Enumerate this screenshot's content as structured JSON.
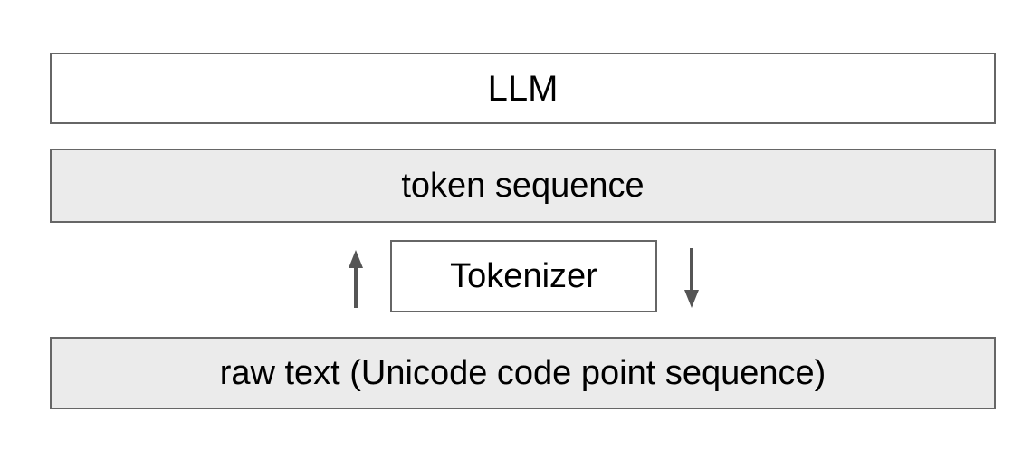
{
  "diagram": {
    "title": "LLM tokenizer pipeline",
    "background_color": "#ffffff",
    "border_color": "#666666",
    "gray_fill": "#ebebeb",
    "white_fill": "#ffffff",
    "arrow_color": "#555555",
    "nodes": [
      {
        "id": "llm",
        "label": "LLM",
        "fill": "white",
        "row": "top"
      },
      {
        "id": "token_sequence",
        "label": "token sequence",
        "fill": "gray",
        "row": "second"
      },
      {
        "id": "tokenizer",
        "label": "Tokenizer",
        "fill": "white",
        "row": "middle"
      },
      {
        "id": "raw_text",
        "label": "raw text (Unicode code point sequence)",
        "fill": "gray",
        "row": "bottom"
      }
    ],
    "arrows": [
      {
        "id": "decode_arrow",
        "icon": "arrow-up-icon",
        "direction": "up",
        "from": "raw_text",
        "to": "token_sequence"
      },
      {
        "id": "encode_arrow",
        "icon": "arrow-down-icon",
        "direction": "down",
        "from": "token_sequence",
        "to": "raw_text"
      }
    ]
  }
}
